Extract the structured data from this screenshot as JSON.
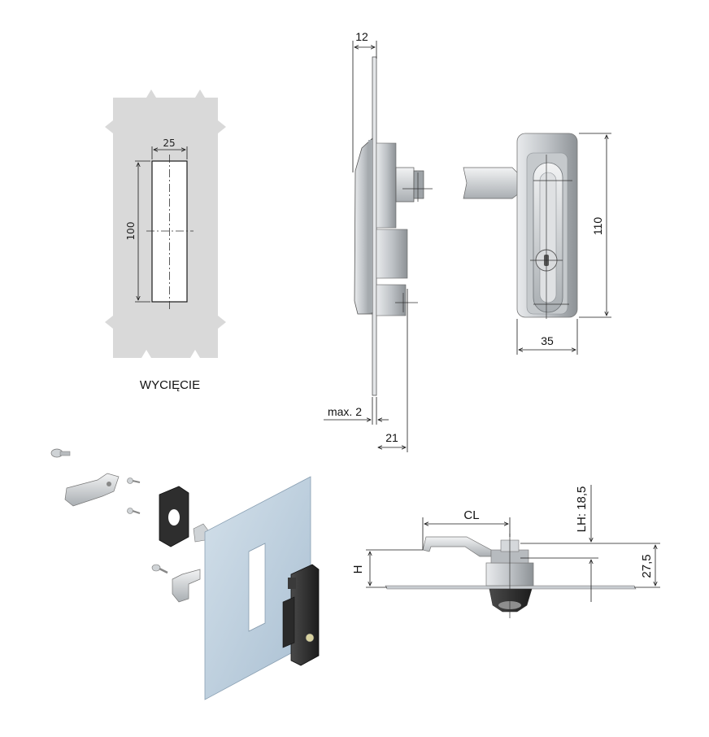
{
  "cutout": {
    "label": "WYCIĘCIE",
    "width_value": "25",
    "height_value": "100"
  },
  "side_view": {
    "thickness_value": "12",
    "panel_value": "max. 2",
    "depth_value": "21"
  },
  "front_view": {
    "height_value": "110",
    "width_value": "35"
  },
  "cam_view": {
    "cl_label": "CL",
    "lh_label": "LH: 18,5",
    "h_label": "H",
    "total_value": "27,5"
  },
  "colors": {
    "line": "#1a1a1a",
    "cutout_bg": "#d9d9d9",
    "metal": "#c8ccd0",
    "panel_blue": "#b9ccdd",
    "handle_dark": "#2b2b2b"
  }
}
